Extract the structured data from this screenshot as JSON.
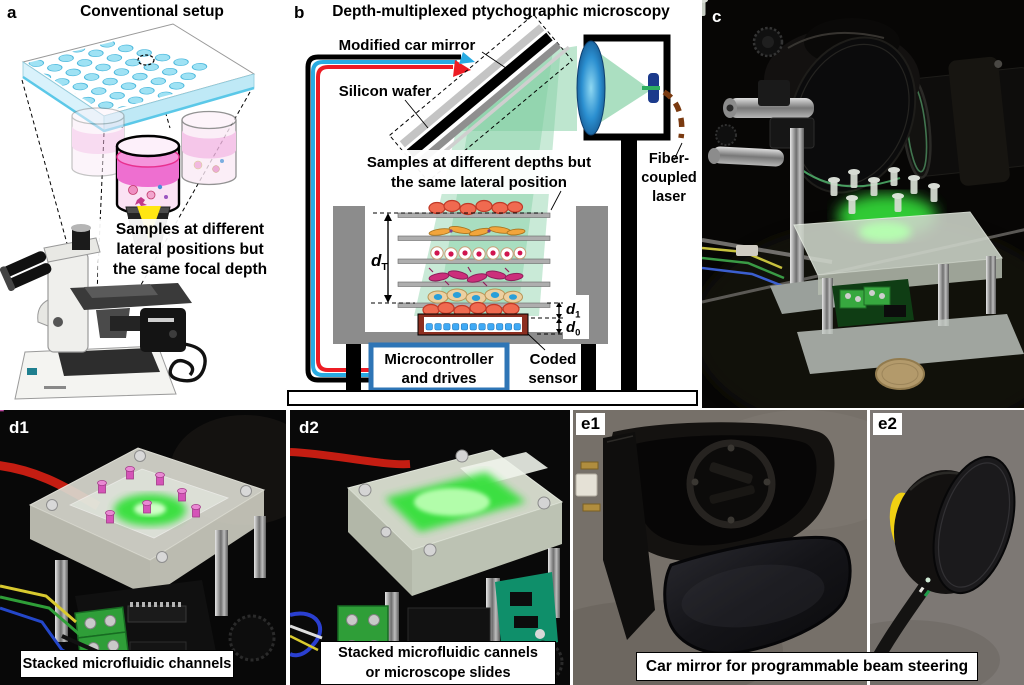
{
  "colors": {
    "beam_green": "#7ecea0",
    "beam_green_bright": "#35e03a",
    "lens_blue_dark": "#1565a8",
    "fiber_brown": "#7a3a10",
    "wire_red": "#ed1c24",
    "wire_blue": "#29abe2",
    "controller_border_blue": "#2e75b6",
    "sensor_frame_red": "#8c2e20",
    "sensor_pixel_blue": "#3fa9f5",
    "well_plate_cyan": "#9fe2f4",
    "petri_pink": "#ee6fd0",
    "objective_light_yellow": "#ffe612"
  },
  "panel_a": {
    "label": "a",
    "title": "Conventional setup",
    "annotation_lines": [
      "Samples at different",
      "lateral positions but",
      "the same focal depth"
    ]
  },
  "panel_b": {
    "label": "b",
    "title": "Depth-multiplexed ptychographic microscopy",
    "mirror_label": "Modified car mirror",
    "wafer_label": "Silicon wafer",
    "samples_lines": [
      "Samples at different depths but",
      "the same lateral position"
    ],
    "fiber_lines": [
      "Fiber-",
      "coupled",
      "laser"
    ],
    "controller_lines": [
      "Microcontroller",
      "and drives"
    ],
    "sensor_lines": [
      "Coded",
      "sensor"
    ],
    "depth_total": {
      "base": "d",
      "sub": "T"
    },
    "depth_1": {
      "base": "d",
      "sub": "1"
    },
    "depth_0": {
      "base": "d",
      "sub": "0"
    }
  },
  "panel_c": {
    "label": "c"
  },
  "panel_d1": {
    "label": "d1",
    "caption": "Stacked microfluidic channels"
  },
  "panel_d2": {
    "label": "d2",
    "caption_lines": [
      "Stacked microfluidic cannels",
      "or microscope slides"
    ]
  },
  "panel_e1": {
    "label": "e1"
  },
  "panel_e2": {
    "label": "e2"
  },
  "caption_e": "Car mirror for programmable beam steering"
}
